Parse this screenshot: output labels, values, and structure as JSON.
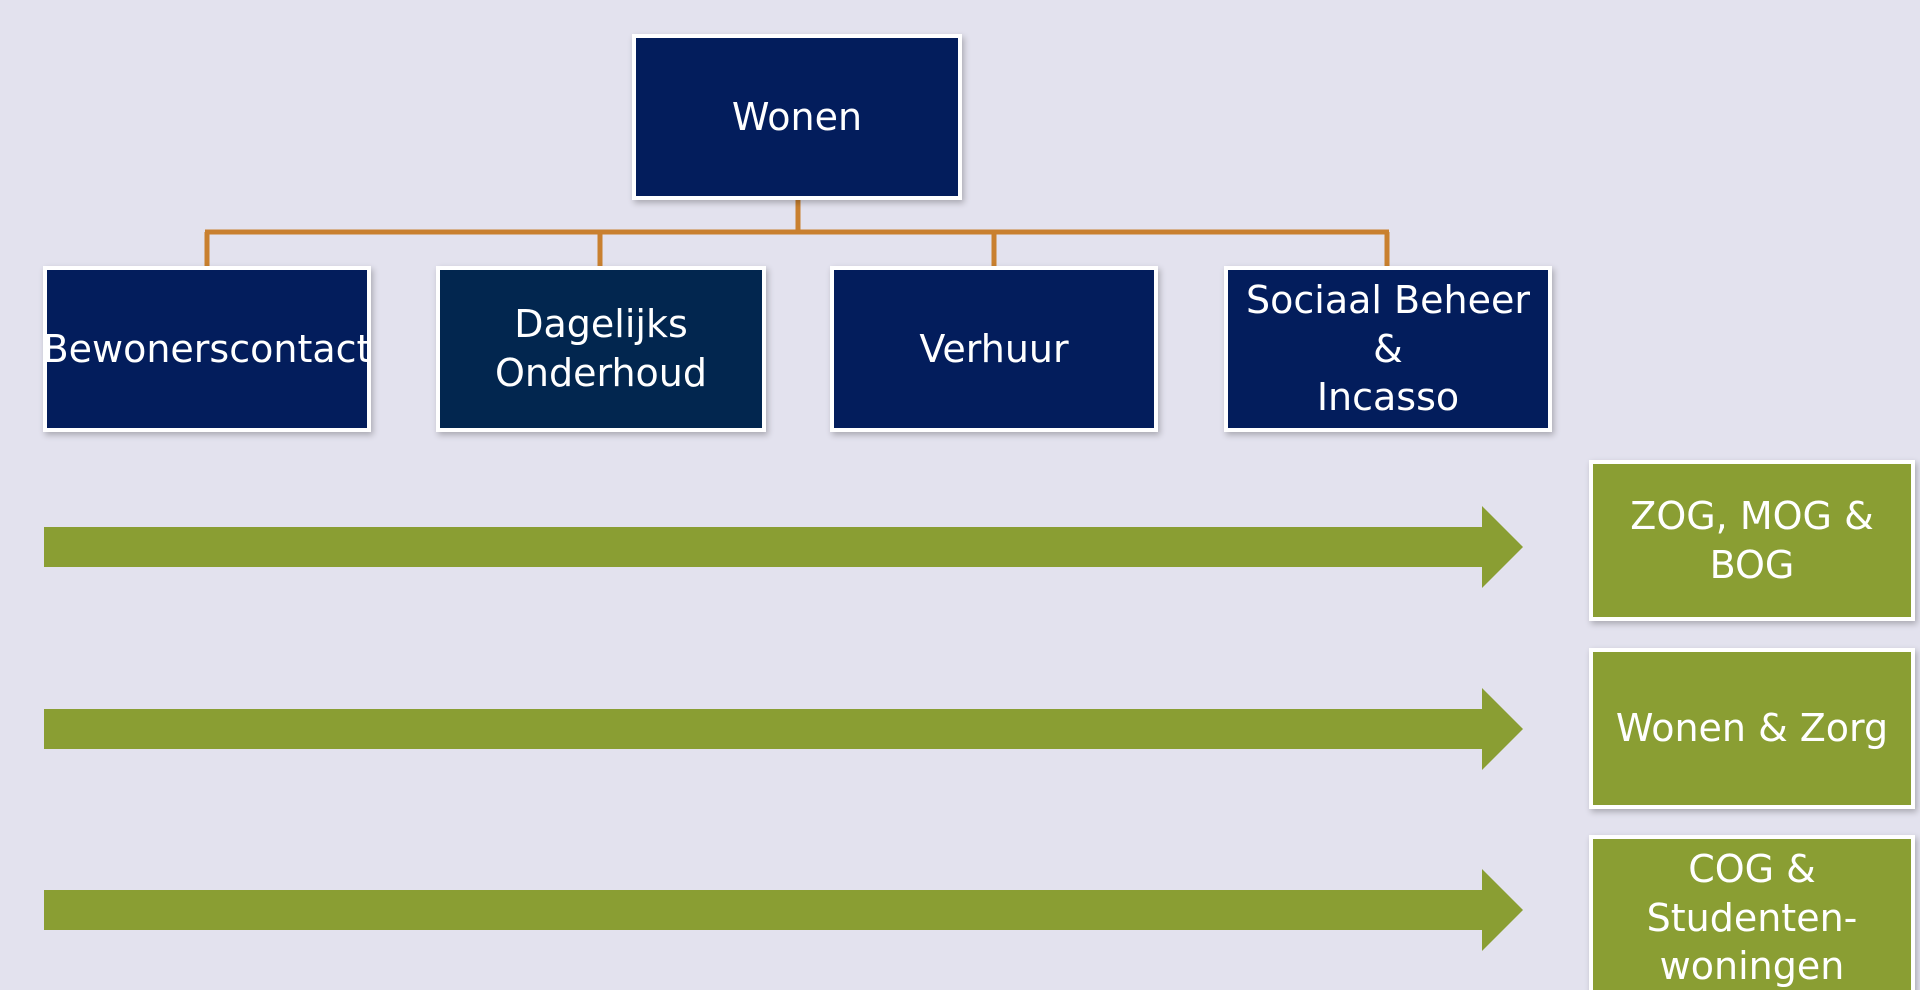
{
  "colors": {
    "background": "#e3e2ee",
    "navy": "#031d5c",
    "navy_alt": "#02264f",
    "green": "#8a9e33",
    "connector": "#c9802f",
    "box_border": "#ffffff",
    "text": "#ffffff"
  },
  "root": {
    "label": "Wonen"
  },
  "departments": [
    {
      "label": "Bewonerscontact"
    },
    {
      "label": "Dagelijks\nOnderhoud"
    },
    {
      "label": "Verhuur"
    },
    {
      "label": "Sociaal Beheer &\nIncasso"
    }
  ],
  "portfolios": [
    {
      "label": "ZOG, MOG &\nBOG"
    },
    {
      "label": "Wonen & Zorg"
    },
    {
      "label": "COG &\nStudenten-\nwoningen"
    }
  ]
}
